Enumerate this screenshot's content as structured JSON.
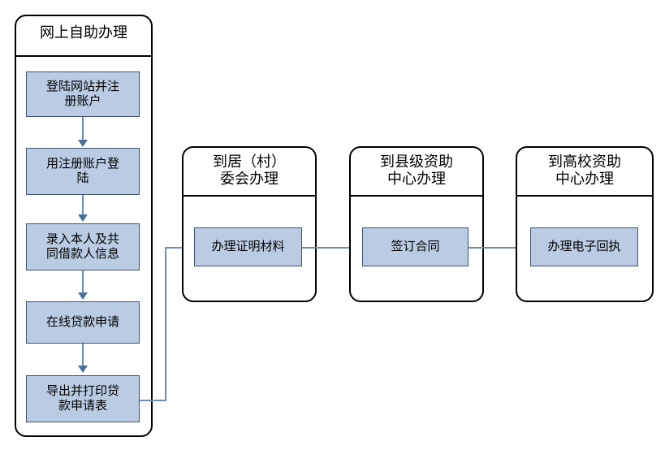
{
  "diagram": {
    "type": "flowchart",
    "title_text_color": "#000000",
    "box_fill_color": "#b9cce3",
    "box_border_color": "#42526b",
    "connector_color": "#6f8cb0",
    "panel_border_color": "#000000",
    "panels": [
      {
        "id": "online-self-service",
        "title": "网上自助办理",
        "steps": [
          {
            "id": "step-register",
            "label": "登陆网站并注\n册账户"
          },
          {
            "id": "step-login",
            "label": "用注册账户登\n陆"
          },
          {
            "id": "step-info",
            "label": "录入本人及共\n同借款人信息"
          },
          {
            "id": "step-apply",
            "label": "在线贷款申请"
          },
          {
            "id": "step-print",
            "label": "导出并打印贷\n款申请表"
          }
        ]
      },
      {
        "id": "village-committee",
        "title": "到居（村）\n委会办理",
        "steps": [
          {
            "id": "step-proof",
            "label": "办理证明材料"
          }
        ]
      },
      {
        "id": "county-aid-center",
        "title": "到县级资助\n中心办理",
        "steps": [
          {
            "id": "step-contract",
            "label": "签订合同"
          }
        ]
      },
      {
        "id": "university-aid-center",
        "title": "到高校资助\n中心办理",
        "steps": [
          {
            "id": "step-receipt",
            "label": "办理电子回执"
          }
        ]
      }
    ],
    "connections": [
      {
        "id": "conn-register-login",
        "from": "step-register",
        "to": "step-login",
        "direction": "down"
      },
      {
        "id": "conn-login-info",
        "from": "step-login",
        "to": "step-info",
        "direction": "down"
      },
      {
        "id": "conn-info-apply",
        "from": "step-info",
        "to": "step-apply",
        "direction": "down"
      },
      {
        "id": "conn-apply-print",
        "from": "step-apply",
        "to": "step-print",
        "direction": "down"
      },
      {
        "id": "conn-print-proof",
        "from": "step-print",
        "to": "step-proof",
        "direction": "elbow-right-up"
      },
      {
        "id": "conn-proof-contract",
        "from": "step-proof",
        "to": "step-contract",
        "direction": "right"
      },
      {
        "id": "conn-contract-receipt",
        "from": "step-contract",
        "to": "step-receipt",
        "direction": "right"
      }
    ]
  }
}
